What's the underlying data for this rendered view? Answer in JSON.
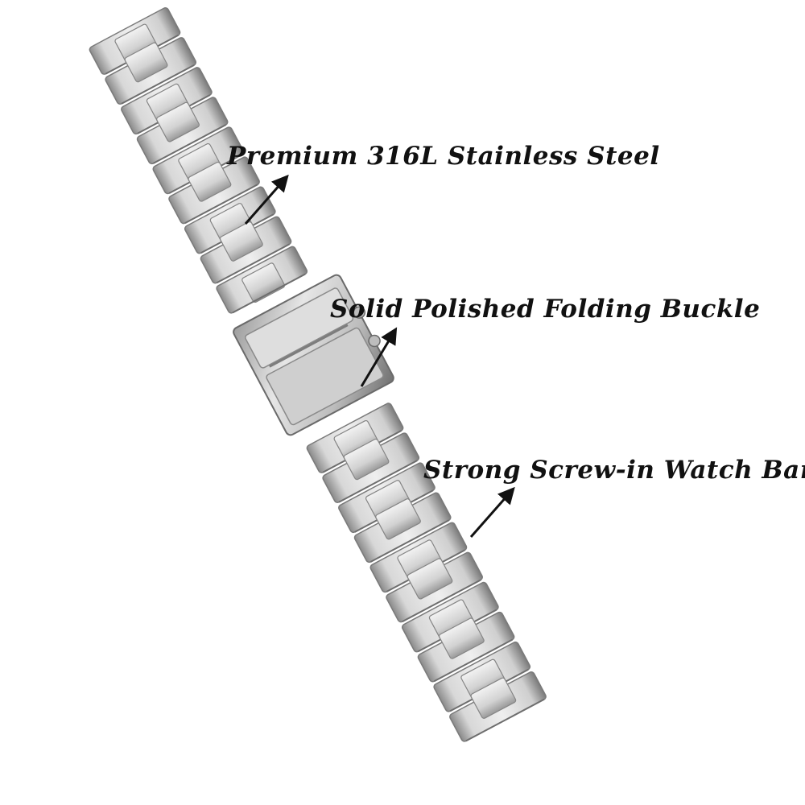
{
  "callouts": {
    "steel": "Premium 316L Stainless Steel",
    "buckle": "Solid Polished Folding Buckle",
    "band": "Strong Screw-in Watch Band"
  },
  "colors": {
    "background": "#ffffff",
    "steel_light": "#e9e9e9",
    "steel_mid": "#c6c6c6",
    "steel_dark": "#7d7d7d",
    "text": "#111111"
  }
}
